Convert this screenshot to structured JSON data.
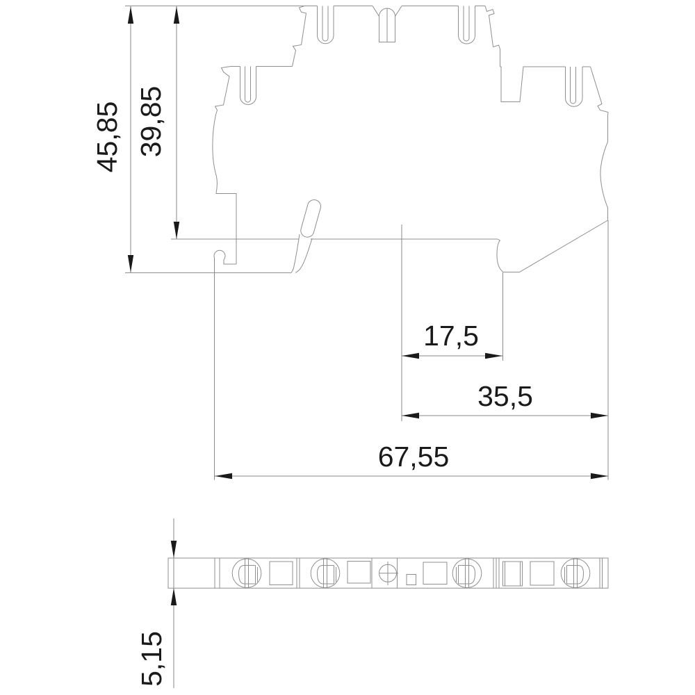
{
  "drawing_type": "technical-dimension-drawing",
  "views": {
    "side_view": "terminal-block-side-profile",
    "bottom_view": "terminal-block-bottom-strip"
  },
  "dimensions": {
    "overall_height": "45,85",
    "rail_height": "39,85",
    "foot_offset": "17,5",
    "partial_width": "35,5",
    "overall_width": "67,55",
    "profile_thickness": "5,15"
  },
  "colors": {
    "background": "#ffffff",
    "geometry_line": "#8f8f8f",
    "dimension_line": "#8a8a8a",
    "ink": "#1a1a1a"
  },
  "icons": {
    "arrowheads": "filled-triangle"
  }
}
